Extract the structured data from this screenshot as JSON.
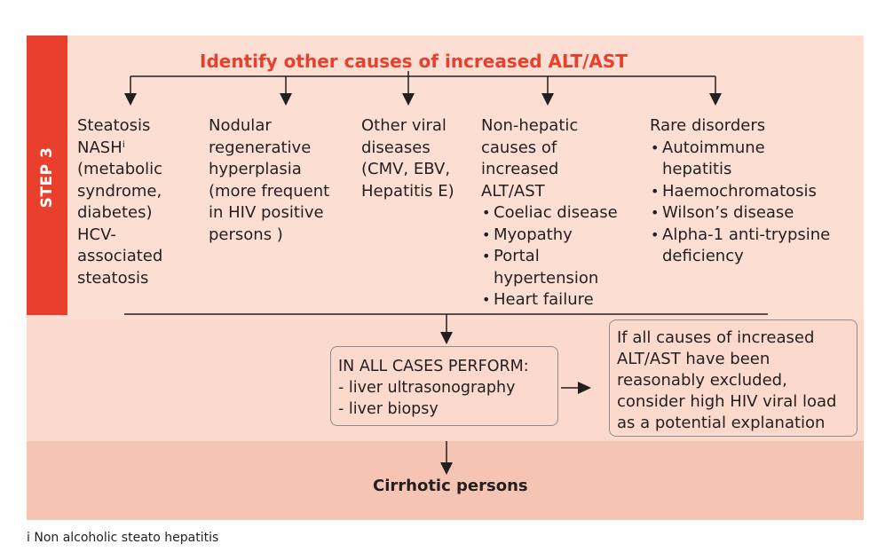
{
  "step": {
    "label": "STEP 3"
  },
  "title": "Identify other causes of increased ALT/AST",
  "columns": [
    {
      "lines": [
        "Steatosis",
        "NASHⁱ",
        "(metabolic",
        "syndrome,",
        "diabetes)",
        "HCV-",
        "associated",
        "steatosis"
      ]
    },
    {
      "lines": [
        "Nodular",
        "regenerative",
        "hyperplasia",
        "(more frequent",
        "in HIV positive",
        "persons )"
      ]
    },
    {
      "lines": [
        "Other viral",
        "diseases",
        "(CMV, EBV,",
        "Hepatitis E)"
      ]
    },
    {
      "lines": [
        "Non-hepatic",
        "causes of",
        "increased",
        "ALT/AST"
      ],
      "bullets": [
        {
          "lines": [
            "Coeliac disease"
          ]
        },
        {
          "lines": [
            "Myopathy"
          ]
        },
        {
          "lines": [
            "Portal",
            "hypertension"
          ]
        },
        {
          "lines": [
            "Heart failure"
          ]
        }
      ]
    },
    {
      "lines": [
        "Rare disorders"
      ],
      "bullets": [
        {
          "lines": [
            "Autoimmune",
            "hepatitis"
          ]
        },
        {
          "lines": [
            "Haemochromatosis"
          ]
        },
        {
          "lines": [
            "Wilson’s disease"
          ]
        },
        {
          "lines": [
            "Alpha-1 anti-trypsine",
            "deficiency"
          ]
        }
      ]
    }
  ],
  "perform_box": {
    "heading": "IN ALL CASES PERFORM:",
    "items": [
      "- liver ultrasonography",
      "- liver biopsy"
    ]
  },
  "hiv_box": {
    "lines": [
      "If all causes of increased",
      "ALT/AST have been",
      "reasonably excluded,",
      "consider high HIV viral load",
      "as a potential explanation"
    ]
  },
  "cirrhotic": "Cirrhotic persons",
  "footnote": "i Non alcoholic steato hepatitis",
  "colors": {
    "accent": "#e8402c",
    "panel_light": "#fcded2",
    "panel_bottom": "#f6c4b3",
    "text": "#231f20"
  }
}
